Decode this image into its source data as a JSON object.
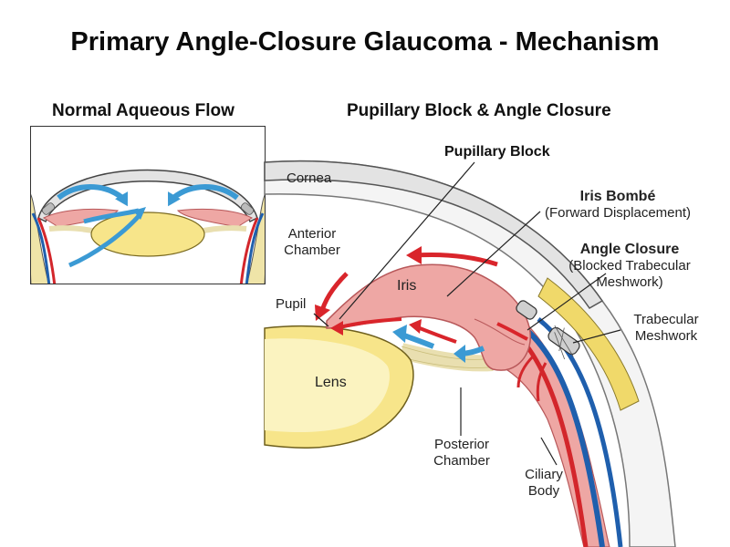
{
  "title": "Primary Angle-Closure Glaucoma - Mechanism",
  "panels": {
    "normal": {
      "title": "Normal Aqueous Flow"
    },
    "closure": {
      "title": "Pupillary Block & Angle Closure"
    }
  },
  "labels": {
    "cornea": "Cornea",
    "anterior_chamber_1": "Anterior",
    "anterior_chamber_2": "Chamber",
    "pupil": "Pupil",
    "iris": "Iris",
    "lens": "Lens",
    "posterior_chamber_1": "Posterior",
    "posterior_chamber_2": "Chamber",
    "ciliary_body_1": "Ciliary",
    "ciliary_body_2": "Body",
    "pupillary_block": "Pupillary Block",
    "iris_bombe": "Iris Bombé",
    "iris_bombe_sub": "(Forward Displacement)",
    "angle_closure": "Angle Closure",
    "angle_closure_sub_1": "(Blocked Trabecular",
    "angle_closure_sub_2": "Meshwork)",
    "trabecular_1": "Trabecular",
    "trabecular_2": "Meshwork"
  },
  "colors": {
    "cornea_fill": "#e6e6e6",
    "sclera_fill": "#f1f1f1",
    "lens_fill": "#f7e58a",
    "lens_core": "#fbf3c0",
    "iris_fill": "#eea7a4",
    "iris_stroke": "#b8585a",
    "artery": "#d3262b",
    "vein": "#1f5fad",
    "flow_arrow": "#d9252b",
    "flow_arrow_blue": "#3b9ad4",
    "ciliary_yellow": "#f0d96a",
    "zonule": "#e9dfb0"
  }
}
